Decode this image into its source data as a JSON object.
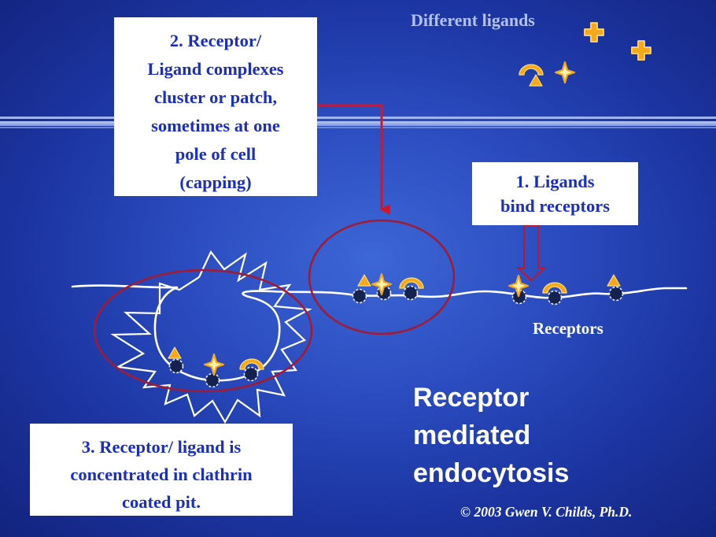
{
  "ligands_label": "Different ligands",
  "box_step2": {
    "lines": [
      "2. Receptor/",
      "Ligand complexes",
      "cluster or patch,",
      "sometimes at one",
      "pole of cell",
      "(capping)"
    ]
  },
  "box_step1": {
    "lines": [
      "1. Ligands",
      "bind receptors"
    ]
  },
  "box_step3": {
    "lines": [
      "3. Receptor/ ligand is",
      "concentrated in clathrin",
      "coated pit."
    ]
  },
  "receptors_label": "Receptors",
  "title": {
    "lines": [
      "Receptor",
      "mediated",
      "endocytosis"
    ]
  },
  "copyright": "© 2003 Gwen V. Childs, Ph.D.",
  "colors": {
    "background": "#2b4cc0",
    "text_box_fill": "#ffffff",
    "text_box_text": "#1a2fbf",
    "highlight_ring": "#a01c34",
    "ligand_orange": "#f6a81c",
    "ligand_yellow": "#ffe070",
    "membrane": "#ffffff",
    "receptor_dark": "#15224f"
  },
  "icons": [
    "plus-ligand-icon",
    "cross-ligand-icon",
    "arc-ligand-icon",
    "triangle-ligand-icon",
    "receptor-icon",
    "down-arrow-icon"
  ]
}
